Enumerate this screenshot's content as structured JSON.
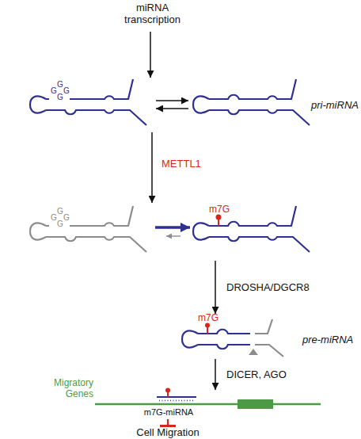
{
  "diagram": {
    "nodes": [
      {
        "text": [
          "miRNA transcription"
        ]
      },
      {
        "text": [
          "pri-miRNA"
        ]
      },
      {
        "text": [
          "m7G"
        ]
      },
      {
        "text": [
          "m7G",
          "pre-miRNA"
        ]
      },
      {
        "text": [
          "Migratory Genes",
          "m7G-miRNA"
        ]
      },
      {
        "text": [
          "Cell Migration"
        ]
      }
    ],
    "edges": [
      {
        "from": 0,
        "to": 1,
        "arrow": "to"
      },
      {
        "from": 1,
        "to": 2,
        "label": "METTL1",
        "arrow": "to"
      },
      {
        "from": 2,
        "to": 3,
        "label": "DROSHA/DGCR8",
        "arrow": "to"
      },
      {
        "from": 3,
        "to": 4,
        "label": "DICER, AGO",
        "arrow": "to"
      },
      {
        "from": 4,
        "to": 5,
        "arrow": "to"
      }
    ],
    "labels": [
      "G",
      "G",
      "G",
      "G",
      "G",
      "G",
      "G",
      "G"
    ]
  }
}
